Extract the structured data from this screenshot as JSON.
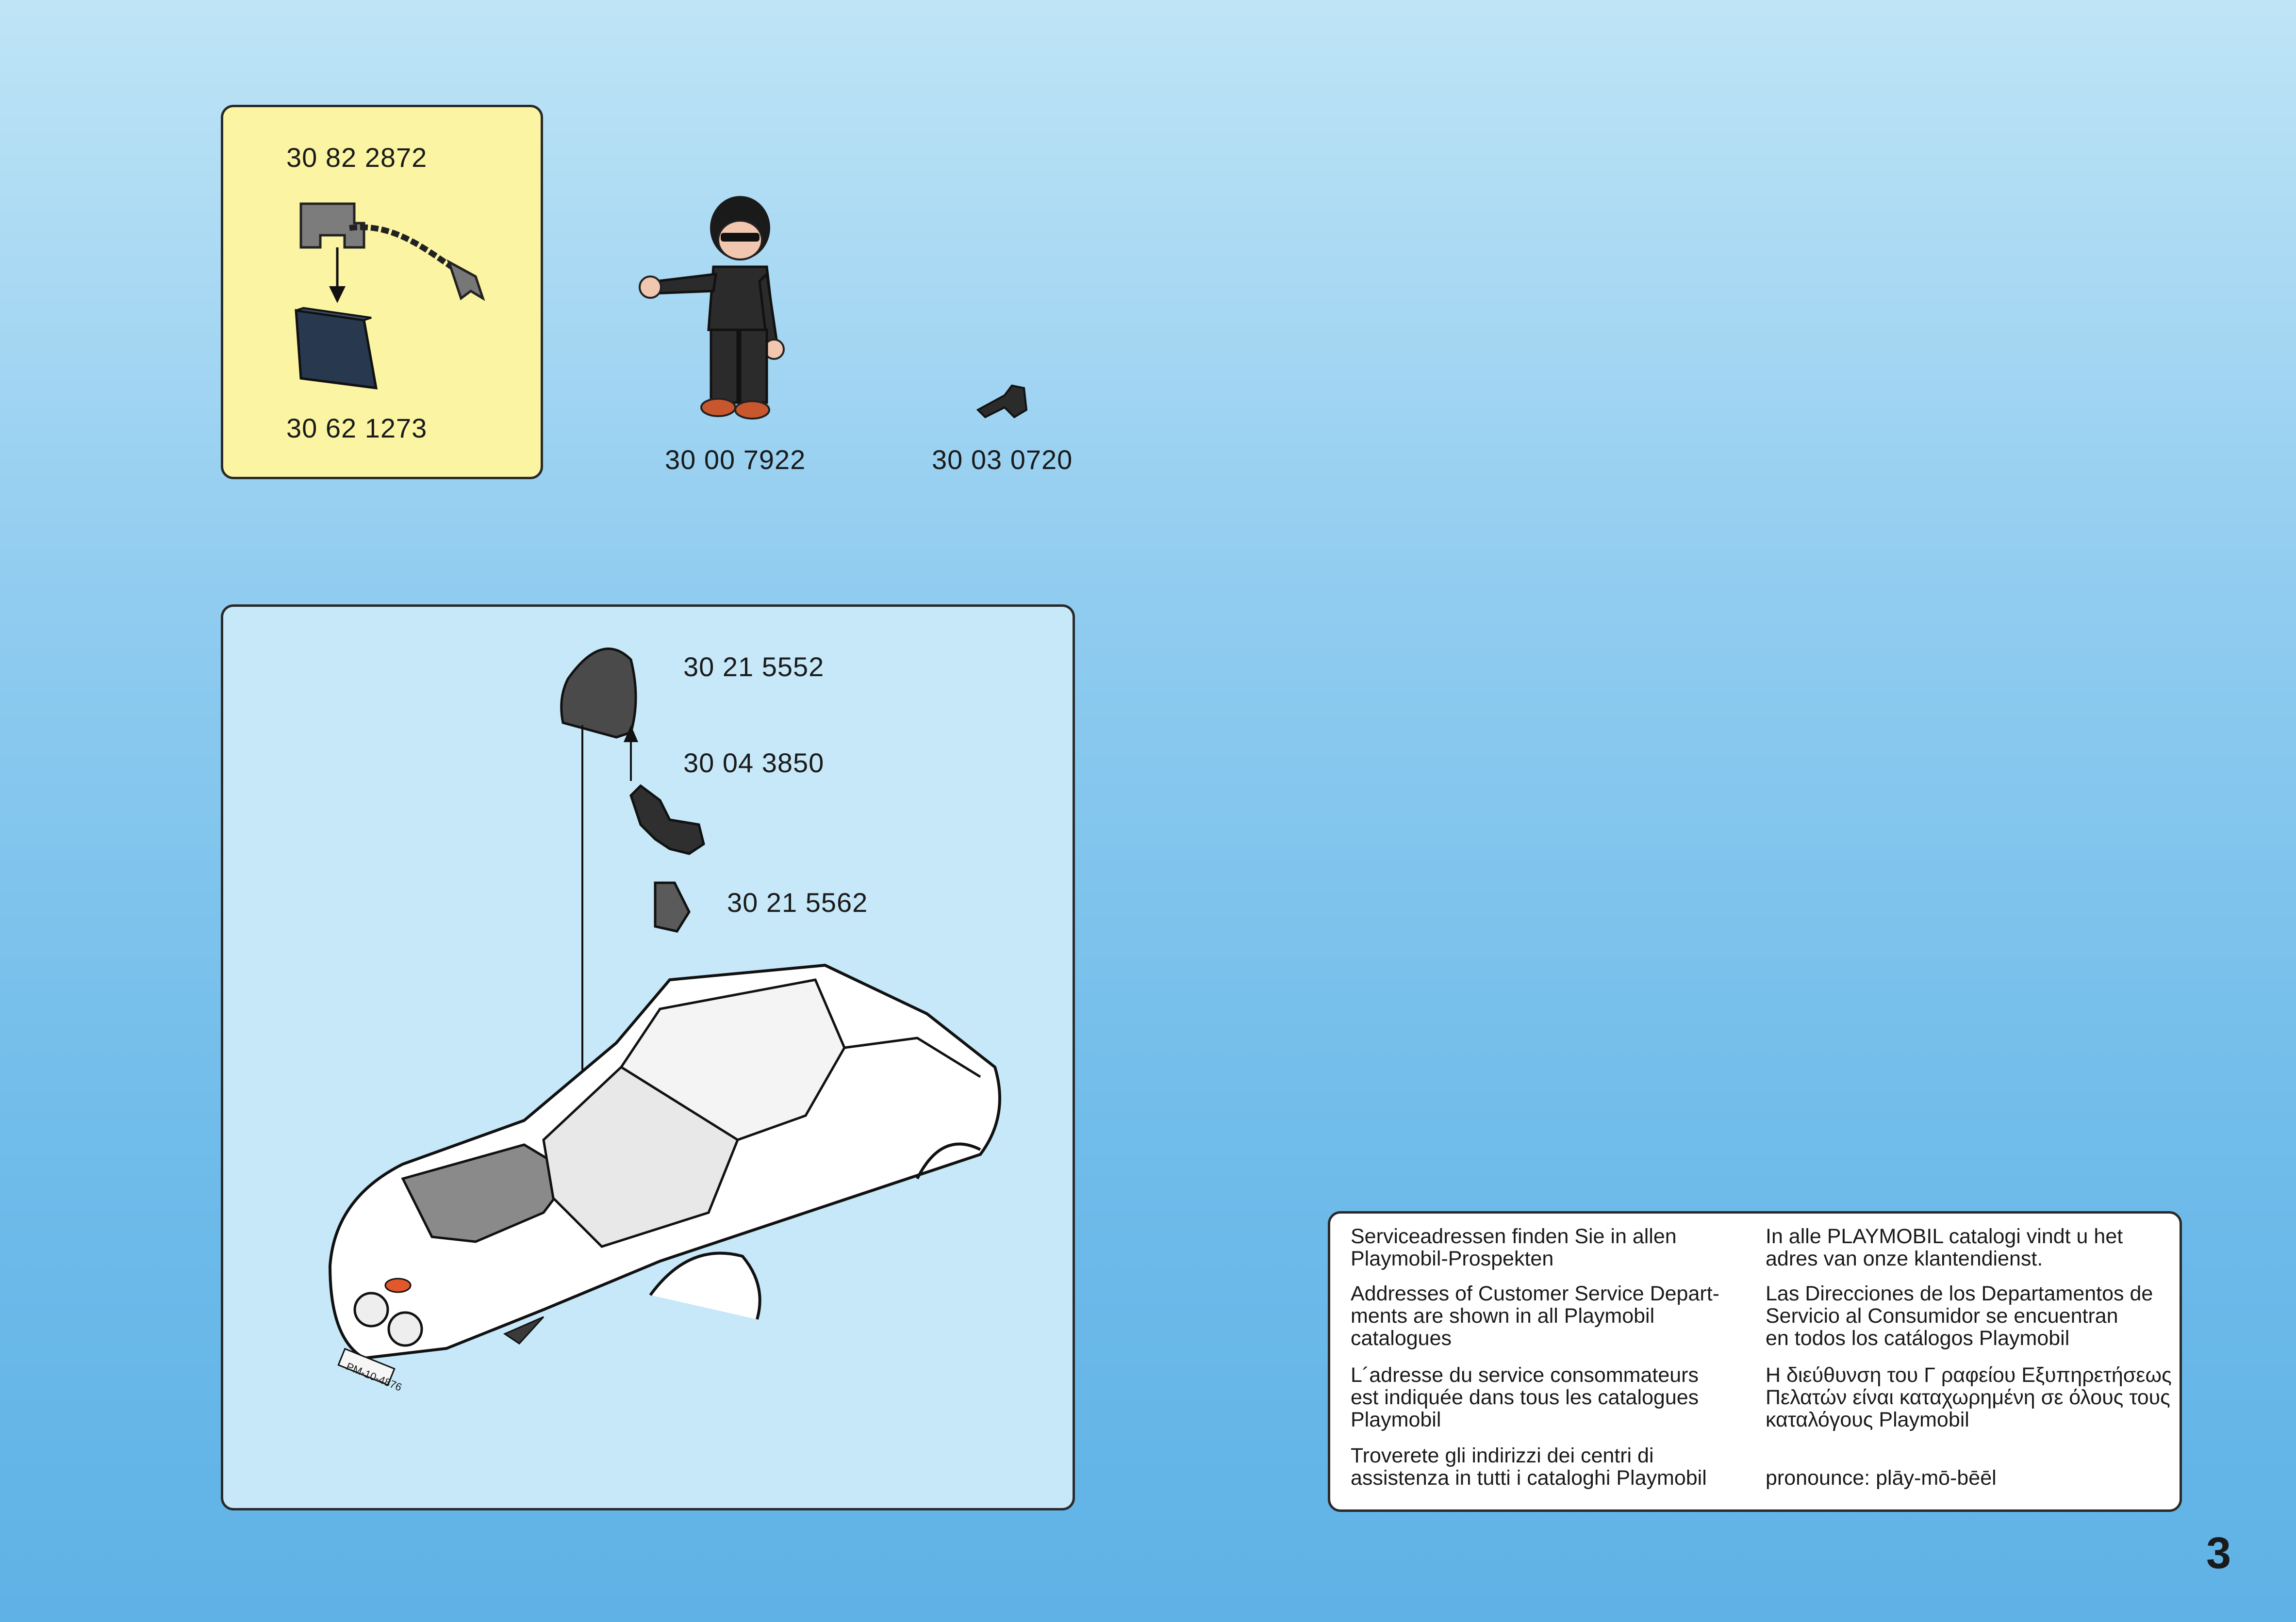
{
  "parts_top": {
    "hook_code": "30 82 2872",
    "case_code": "30 62 1273",
    "figure_code": "30 00 7922",
    "glasses_code": "30 03 0720"
  },
  "parts_car": {
    "helmet_code": "30 21 5552",
    "headset_code": "30 04 3850",
    "lever_code": "30 21 5562",
    "license_plate": "PM-10-4876"
  },
  "service_info": {
    "de": "Serviceadressen finden Sie in allen\nPlaymobil-Prospekten",
    "nl": "In alle PLAYMOBIL catalogi  vindt u het\nadres van onze klantendienst.",
    "en": "Addresses of Customer Service Depart-\nments are shown in all Playmobil\ncatalogues",
    "es": "Las Direcciones de los Departamentos de\nServicio al Consumidor se encuentran\nen todos los catálogos Playmobil",
    "fr": "L´adresse du service consommateurs\nest indiquée dans tous les catalogues\nPlaymobil",
    "gr": "Η διεύθυνση του Γ ραφείου Εξυπηρετήσεως\nΠελατών είναι καταχωρημένη σε όλους τους\nκαταλόγους Playmobil",
    "it": "Troverete gli indirizzi dei centri di\nassistenza in tutti i cataloghi Playmobil",
    "pronounce": "pronounce: plāy-mō-bēēl"
  },
  "page_number": "3",
  "colors": {
    "background": "#92cdf0",
    "yellow_panel": "#fbf5a3",
    "car_panel": "#c6e8f8"
  }
}
